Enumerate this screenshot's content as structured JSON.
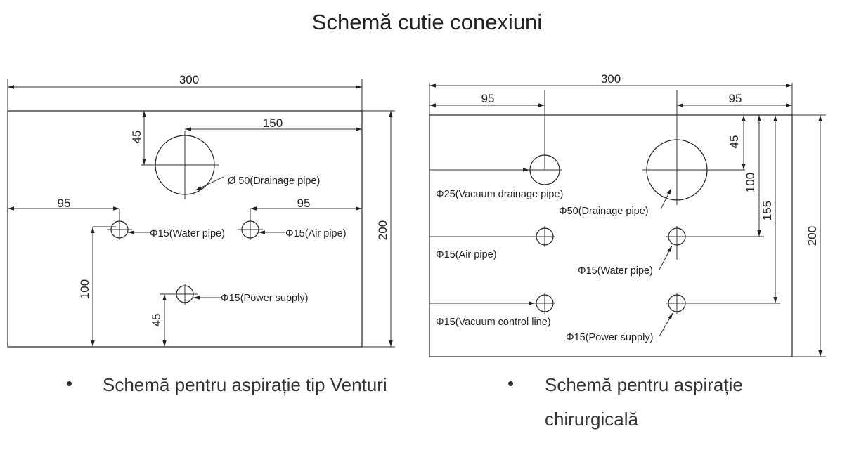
{
  "title": "Schemă cutie conexiuni",
  "left_diagram": {
    "dims": {
      "width": "300",
      "offset_150": "150",
      "depth_45": "45",
      "left_95": "95",
      "right_95": "95",
      "depth_200": "200",
      "depth_100": "100",
      "depth_45_low": "45"
    },
    "labels": {
      "drainage": "Ø 50(Drainage pipe)",
      "water": "Φ15(Water pipe)",
      "air": "Φ15(Air pipe)",
      "power": "Φ15(Power supply)"
    }
  },
  "right_diagram": {
    "dims": {
      "width": "300",
      "left_95": "95",
      "right_95": "95",
      "depth_45": "45",
      "depth_100": "100",
      "depth_155": "155",
      "depth_200": "200"
    },
    "labels": {
      "vacuum_drainage": "Φ25(Vacuum drainage pipe)",
      "drainage": "Φ50(Drainage pipe)",
      "air": "Φ15(Air pipe)",
      "water": "Φ15(Water pipe)",
      "vacuum_control": "Φ15(Vacuum control line)",
      "power": "Φ15(Power supply)"
    }
  },
  "captions": {
    "bullet": "•",
    "left": "Schemă pentru aspirație tip Venturi",
    "right_line1": "Schemă pentru aspirație",
    "right_line2": "chirurgicală"
  }
}
